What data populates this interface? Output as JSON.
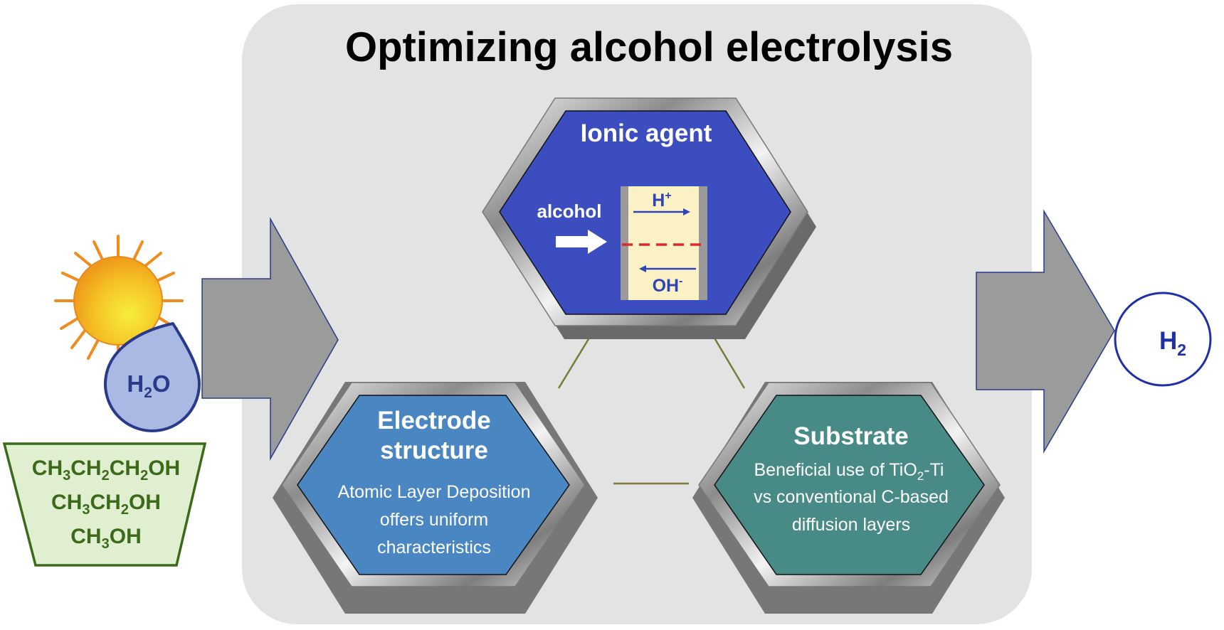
{
  "title": "Optimizing alcohol electrolysis",
  "inputs": {
    "water": {
      "base": "H",
      "sub": "2",
      "tail": "O"
    },
    "alcohols": [
      [
        {
          "t": "CH"
        },
        {
          "s": "3"
        },
        {
          "t": "CH"
        },
        {
          "s": "2"
        },
        {
          "t": "CH"
        },
        {
          "s": "2"
        },
        {
          "t": "OH"
        }
      ],
      [
        {
          "t": "CH"
        },
        {
          "s": "3"
        },
        {
          "t": "CH"
        },
        {
          "s": "2"
        },
        {
          "t": "OH"
        }
      ],
      [
        {
          "t": "CH"
        },
        {
          "s": "3"
        },
        {
          "t": "OH"
        }
      ]
    ]
  },
  "ionic_agent": {
    "title": "Ionic agent",
    "alcohol_label": "alcohol",
    "cation": {
      "base": "H",
      "sup": "+"
    },
    "anion": {
      "base": "OH",
      "sup": "-"
    }
  },
  "electrode": {
    "title_lines": [
      "Electrode",
      "structure"
    ],
    "body_lines": [
      "Atomic Layer Deposition",
      "offers uniform",
      "characteristics"
    ]
  },
  "substrate": {
    "title": "Substrate",
    "line1": {
      "pre": "Beneficial use of TiO",
      "sub": "2",
      "post": "-Ti"
    },
    "line2": "vs conventional C-based",
    "line3": "diffusion layers"
  },
  "output": {
    "base": "H",
    "sub": "2"
  },
  "colors": {
    "panel": "#e3e3e3",
    "arrow": "#9b9b9b",
    "arrow_outline": "#2a3a8a",
    "ionic_hex": "#3c4dc0",
    "electrode_hex": "#4a86c2",
    "substrate_hex": "#478a86",
    "membrane": "#faf1c4",
    "membrane_side": "#9a9a9a",
    "dashed_line": "#d52b2b",
    "ion_text": "#2f44b8",
    "h2_text": "#1f2fa8",
    "water_drop": "#a9b9e3",
    "alcohol_box": "#e0efcf",
    "alcohol_text": "#3a6a1a",
    "sun_core": "#f6c125",
    "sun_ray": "#f08c1e"
  }
}
